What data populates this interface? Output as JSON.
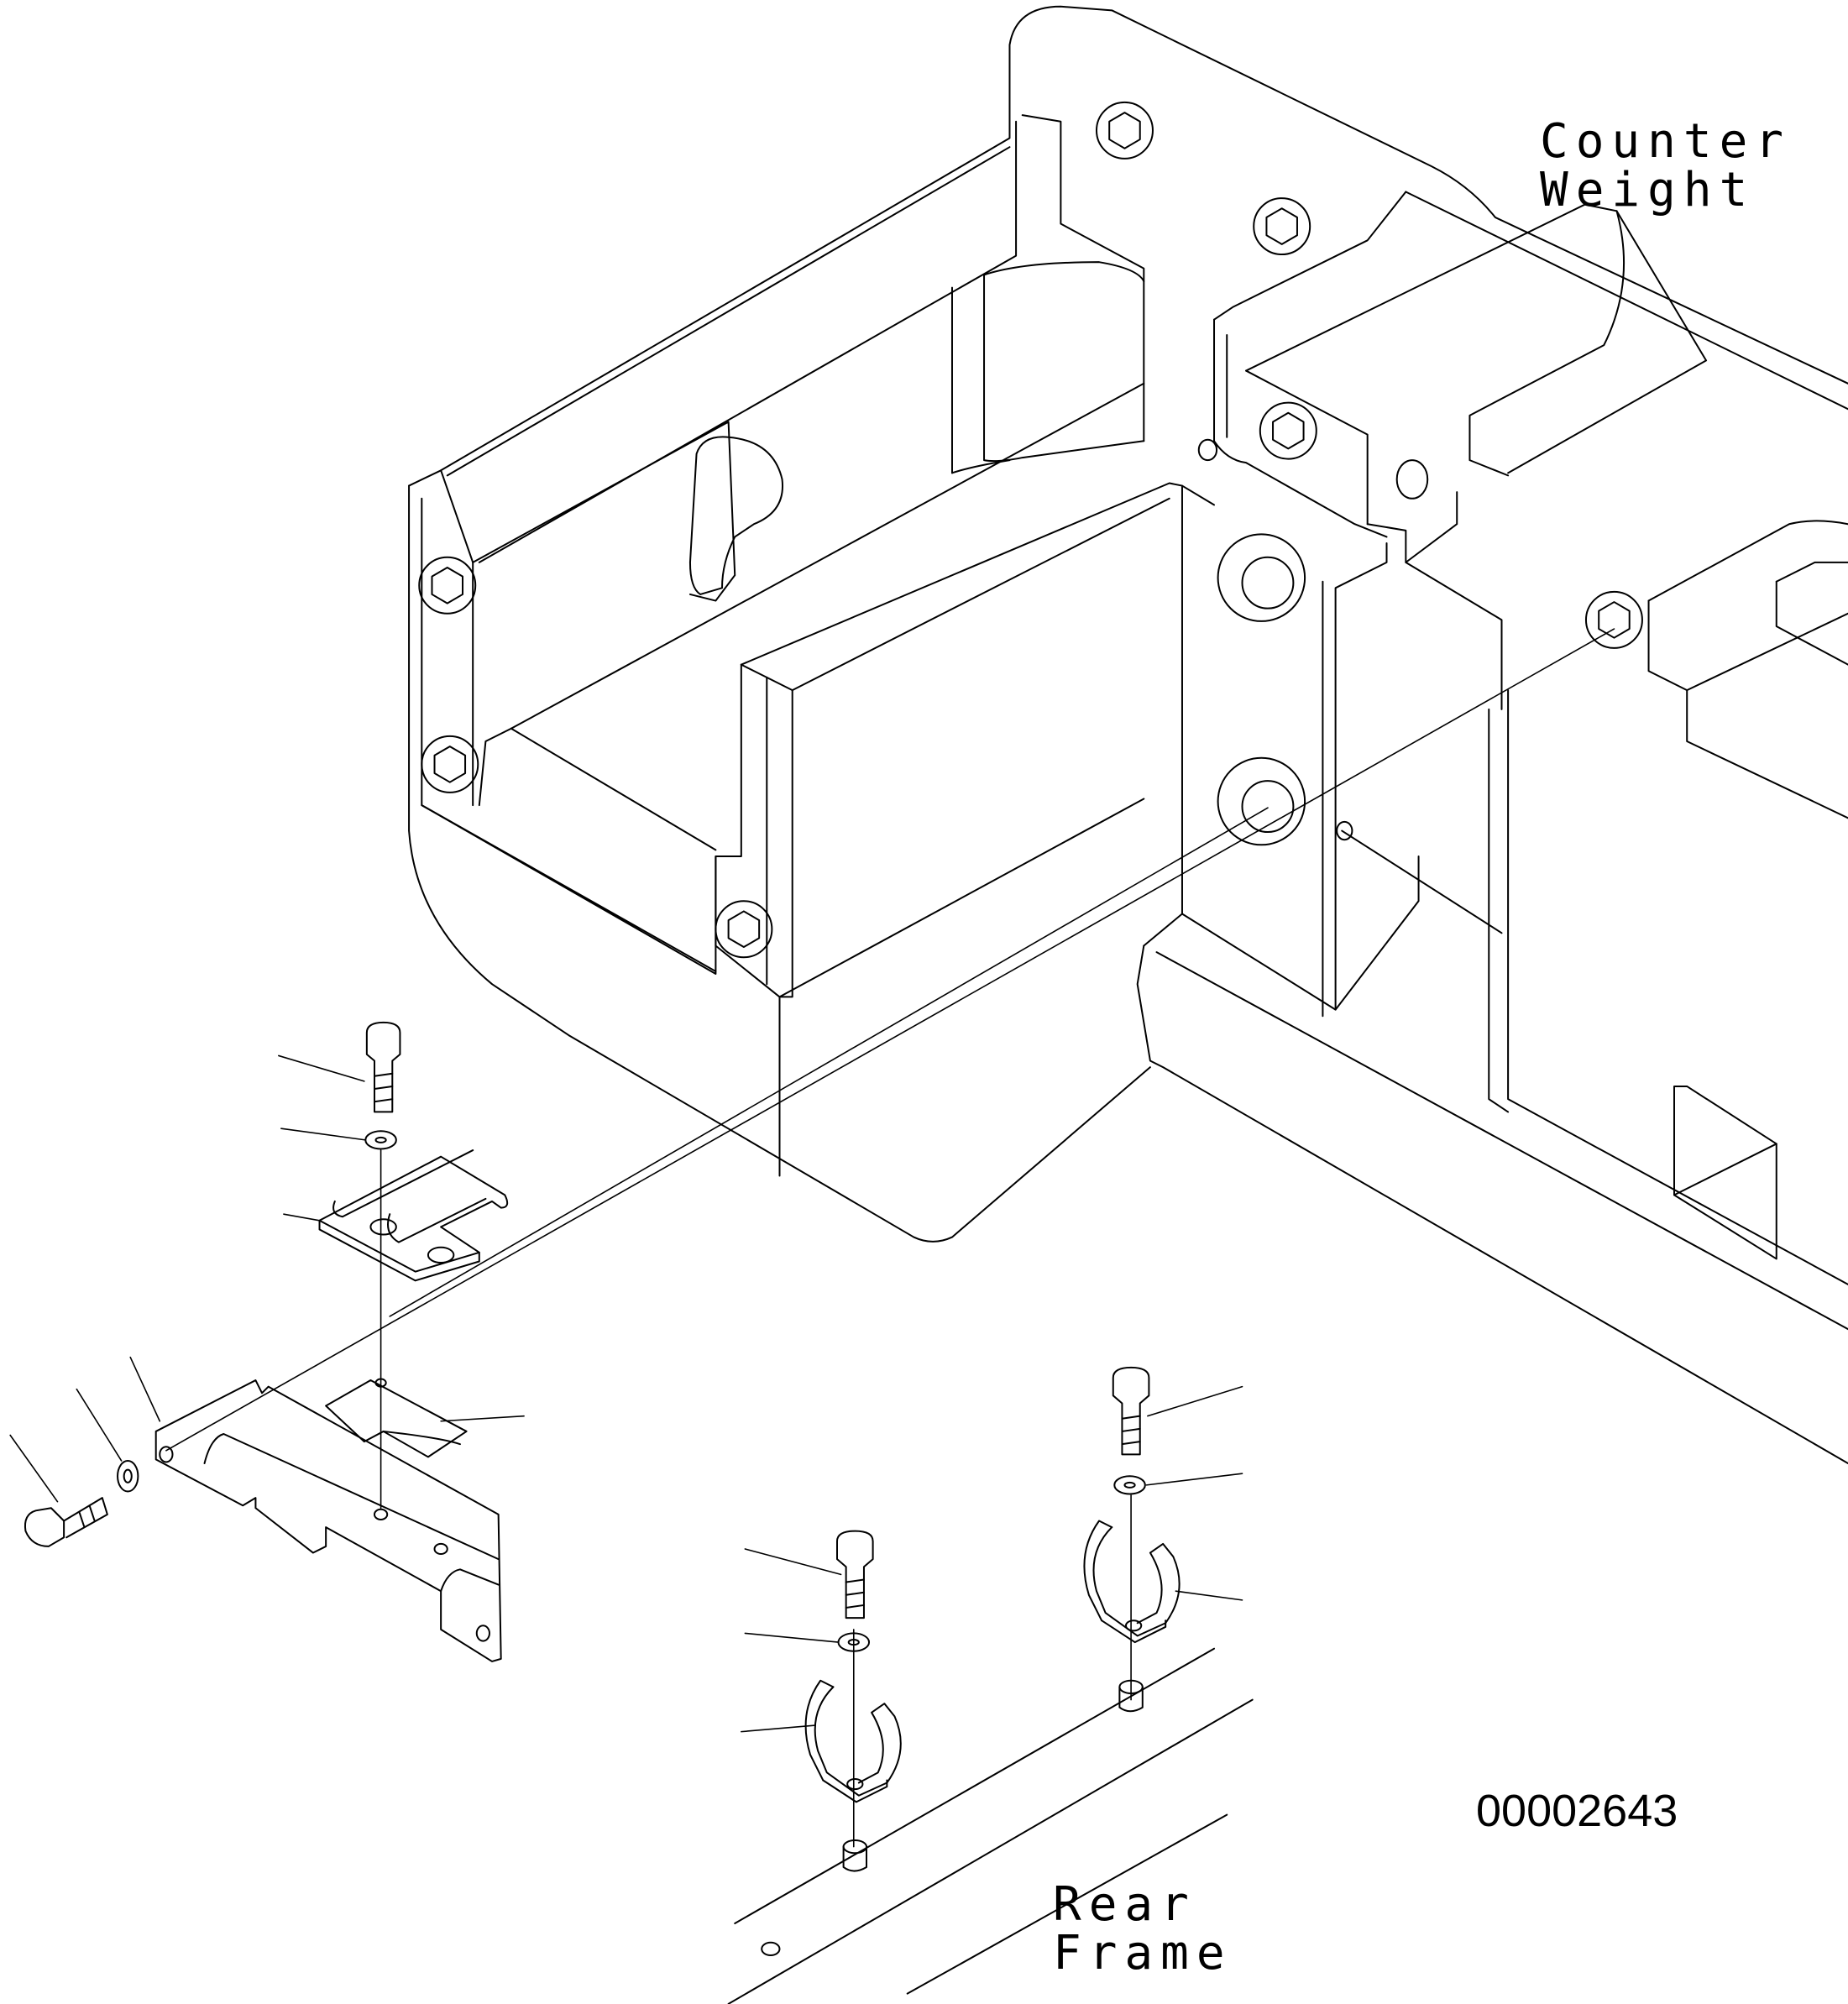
{
  "labels": {
    "counter_weight": [
      "Counter",
      "Weight"
    ],
    "rear_frame": [
      "Rear",
      "Frame"
    ]
  },
  "figure_number": "00002643",
  "colors": {
    "line": "#000000",
    "background": "#ffffff"
  }
}
